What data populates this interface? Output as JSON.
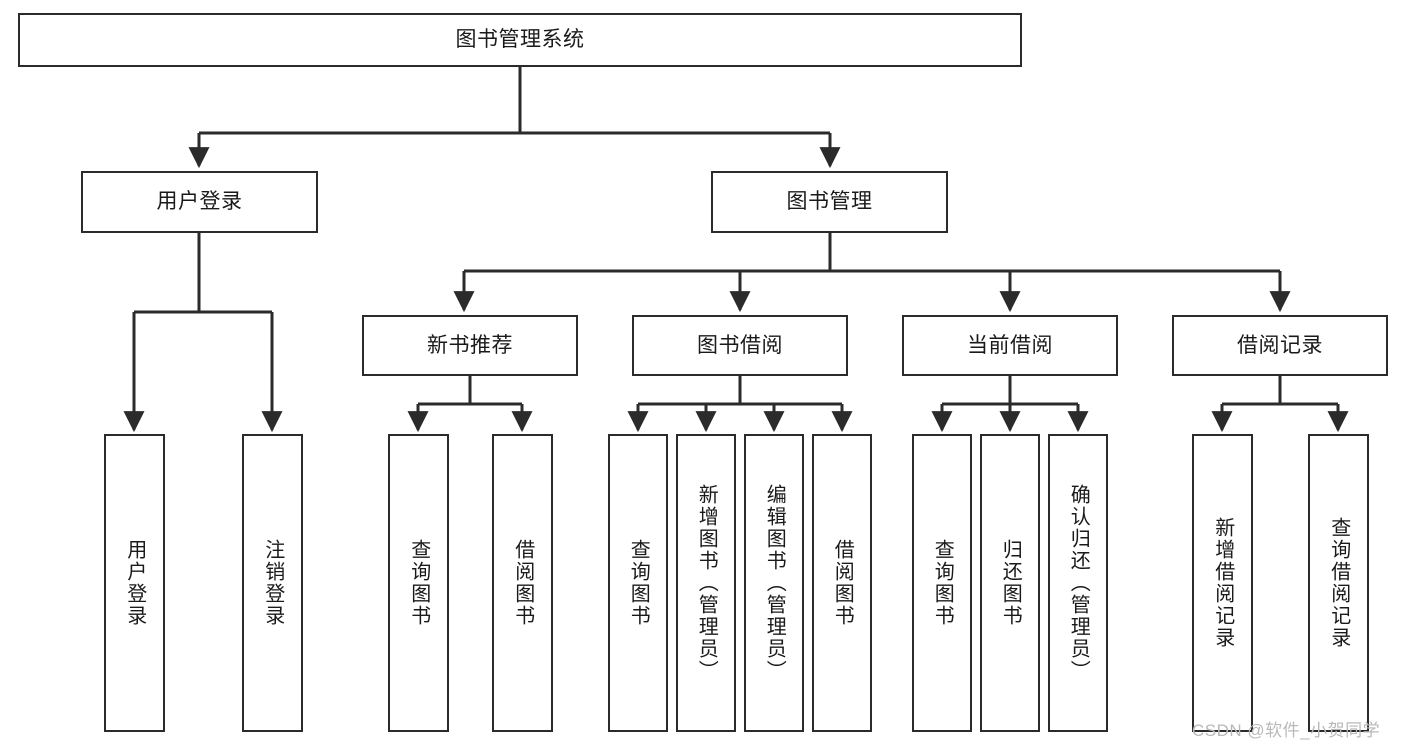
{
  "diagram": {
    "type": "tree-hierarchy-diagram",
    "title": "图书管理系统",
    "colors": {
      "box_border": "#2b2b2b",
      "box_fill": "#ffffff",
      "edge": "#2b2b2b",
      "text": "#1a1a1a",
      "watermark": "#b9b9b9",
      "background": "#ffffff"
    },
    "nodes": {
      "root": {
        "label": "图书管理系统"
      },
      "level2": [
        {
          "id": "user-login",
          "label": "用户登录"
        },
        {
          "id": "book-manage",
          "label": "图书管理"
        }
      ],
      "level3": [
        {
          "id": "new-book-recommend",
          "label": "新书推荐"
        },
        {
          "id": "book-borrow",
          "label": "图书借阅"
        },
        {
          "id": "current-borrow",
          "label": "当前借阅"
        },
        {
          "id": "borrow-record",
          "label": "借阅记录"
        }
      ],
      "leaves": {
        "user-login": [
          {
            "id": "leaf-user-login",
            "label": "用户登录"
          },
          {
            "id": "leaf-logout-login",
            "label": "注销登录"
          }
        ],
        "new-book-recommend": [
          {
            "id": "leaf-query-book-1",
            "label": "查询图书"
          },
          {
            "id": "leaf-borrow-book-1",
            "label": "借阅图书"
          }
        ],
        "book-borrow": [
          {
            "id": "leaf-query-book-2",
            "label": "查询图书"
          },
          {
            "id": "leaf-add-book-admin",
            "label": "新增图书（管理员）"
          },
          {
            "id": "leaf-edit-book-admin",
            "label": "编辑图书（管理员）"
          },
          {
            "id": "leaf-borrow-book-2",
            "label": "借阅图书"
          }
        ],
        "current-borrow": [
          {
            "id": "leaf-query-book-3",
            "label": "查询图书"
          },
          {
            "id": "leaf-return-book",
            "label": "归还图书"
          },
          {
            "id": "leaf-confirm-return-admin",
            "label": "确认归还（管理员）"
          }
        ],
        "borrow-record": [
          {
            "id": "leaf-add-borrow-record",
            "label": "新增借阅记录"
          },
          {
            "id": "leaf-query-borrow-record",
            "label": "查询借阅记录"
          }
        ]
      }
    },
    "watermark": "CSDN @软件_小贺同学"
  }
}
